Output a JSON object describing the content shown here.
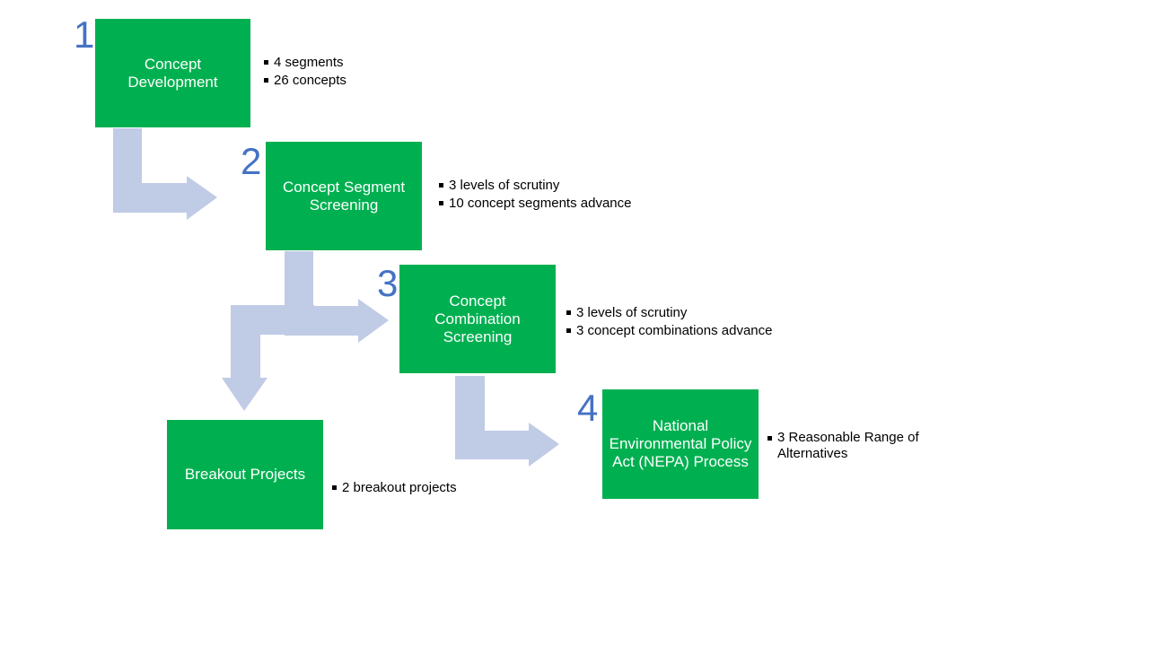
{
  "steps": [
    {
      "number": "1",
      "title": "Concept Development",
      "bullets": [
        "4 segments",
        "26 concepts"
      ]
    },
    {
      "number": "2",
      "title": "Concept Segment Screening",
      "bullets": [
        "3 levels of scrutiny",
        "10 concept segments advance"
      ]
    },
    {
      "number": "3",
      "title": "Concept Combination Screening",
      "bullets": [
        "3 levels of scrutiny",
        "3 concept combinations advance"
      ]
    },
    {
      "number": "4",
      "title": "National Environmental Policy Act (NEPA) Process",
      "bullets": [
        "3 Reasonable Range of Alternatives"
      ]
    }
  ],
  "breakout": {
    "title": "Breakout Projects",
    "bullets": [
      "2 breakout projects"
    ]
  },
  "colors": {
    "box": "#00b050",
    "arrow": "#c0cbe6",
    "number": "#4472c4"
  }
}
